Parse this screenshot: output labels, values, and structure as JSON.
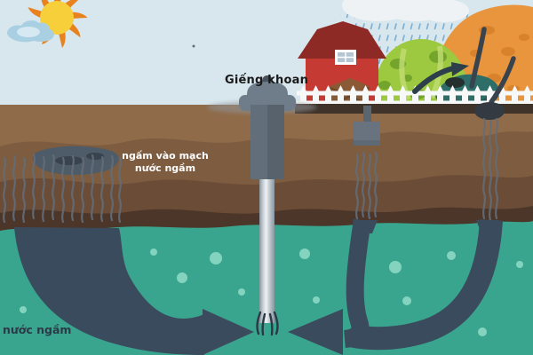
{
  "diagram": {
    "title_hidden": "",
    "labels": {
      "well": "Giếng khoan",
      "seep_line1": "ngấm vào mạch",
      "seep_line2": "nước ngầm",
      "groundwater": "nước ngầm"
    },
    "icons": {
      "sun": "sun-icon",
      "cloud": "cloud-icon",
      "rain_cloud": "rain-cloud-icon",
      "barn": "barn-icon",
      "green_tree": "green-tree-icon",
      "orange_tree": "orange-tree-icon",
      "fence": "picket-fence-icon",
      "well_pump": "well-pump-icon",
      "septic_tank": "septic-tank-icon",
      "contamination_plume": "contamination-plume-icon"
    },
    "colors": {
      "sky": "#d8e6ed",
      "sun": "#f6cf3a",
      "sun_rays": "#e8821e",
      "cloud": "#a9cfe2",
      "rain": "#7bafd3",
      "rain_cloud": "#eef2f4",
      "barn_wall": "#c63a34",
      "barn_roof": "#8d2a26",
      "barn_door": "#8a5a36",
      "tree_green": "#9cc93f",
      "tree_orange": "#e8953e",
      "fence": "#f7f9f9",
      "soil_light": "#8f6b49",
      "soil_mid": "#7d5c3f",
      "soil_deep": "#6b4c36",
      "soil_dark": "#4b3629",
      "surface_strip": "#3f332a",
      "water": "#3aa58e",
      "bubble": "#90dcc8",
      "plume_navy": "#3b4b5e",
      "well_gray": "#6f7c89",
      "pipe_silver": "#eef2f4",
      "contamination": "#4e5b68"
    }
  }
}
